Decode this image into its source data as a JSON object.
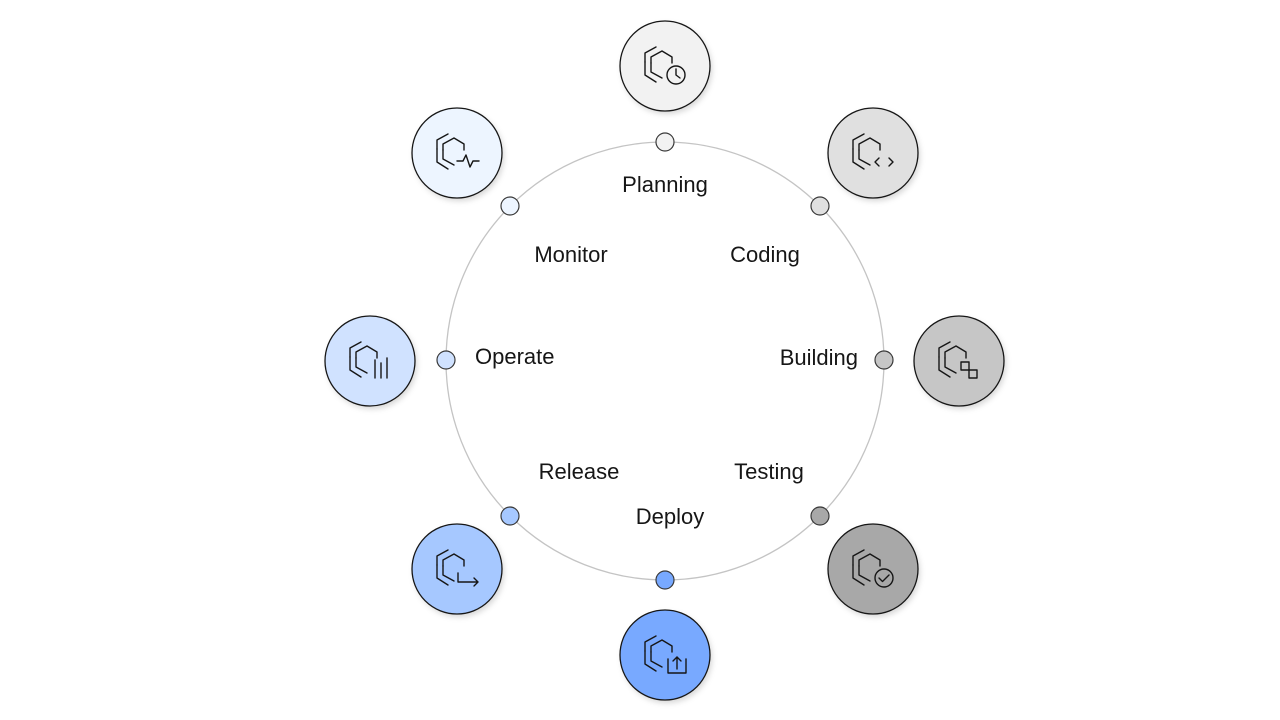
{
  "cycle": {
    "stages": [
      {
        "id": "planning",
        "label": "Planning",
        "icon": "clock-icon",
        "color": "#f2f2f2"
      },
      {
        "id": "coding",
        "label": "Coding",
        "icon": "code-icon",
        "color": "#e0e0e0"
      },
      {
        "id": "building",
        "label": "Building",
        "icon": "build-blocks-icon",
        "color": "#c6c6c6"
      },
      {
        "id": "testing",
        "label": "Testing",
        "icon": "checkmark-icon",
        "color": "#a8a8a8"
      },
      {
        "id": "deploy",
        "label": "Deploy",
        "icon": "upload-icon",
        "color": "#78a9ff"
      },
      {
        "id": "release",
        "label": "Release",
        "icon": "arrow-right-icon",
        "color": "#a6c8ff"
      },
      {
        "id": "operate",
        "label": "Operate",
        "icon": "bars-icon",
        "color": "#d0e2ff"
      },
      {
        "id": "monitor",
        "label": "Monitor",
        "icon": "activity-pulse-icon",
        "color": "#edf5ff"
      }
    ]
  }
}
